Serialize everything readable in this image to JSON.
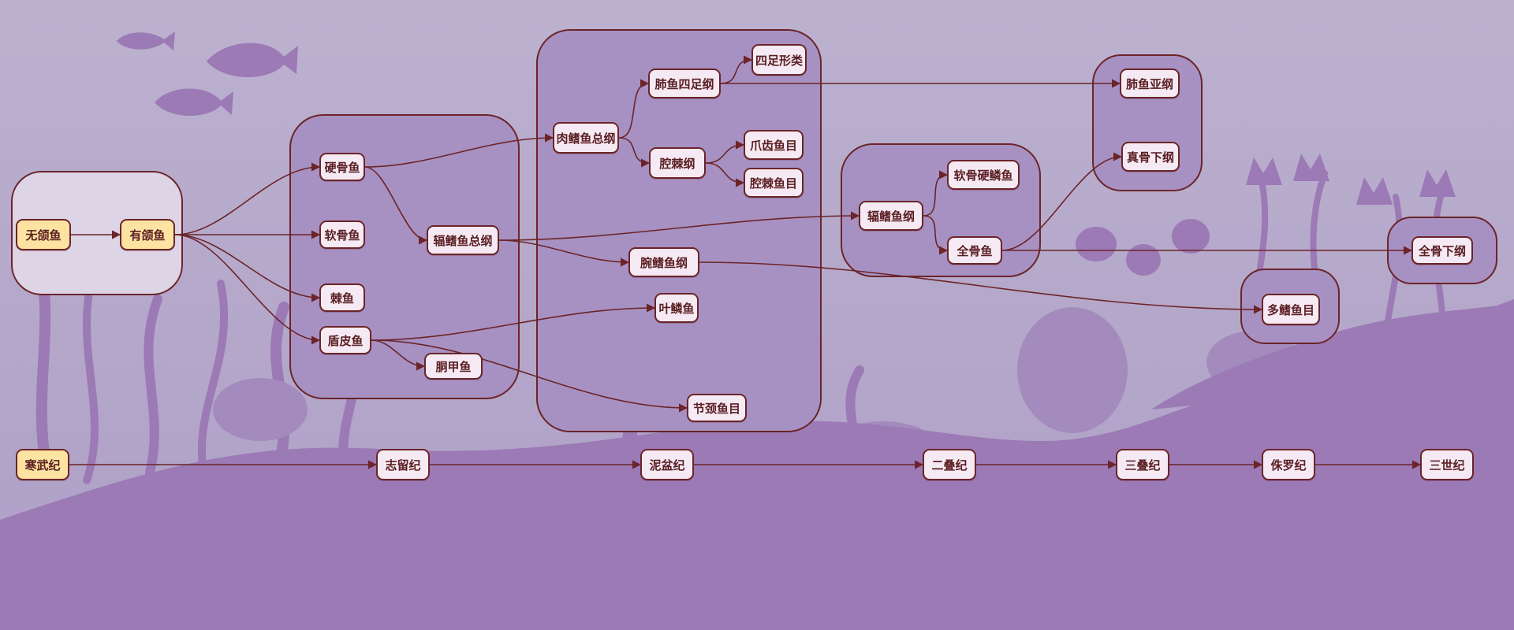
{
  "colors": {
    "background_top": "#b9aecd",
    "silhouette": "#9b7ab5",
    "group_fill": "#a791c3",
    "group_light_fill": "#ddd4e6",
    "node_fill": "#f5eaf3",
    "node_yellow_fill": "#fde3a1",
    "stroke": "#6b2428"
  },
  "nodes": [
    {
      "id": "wuhe",
      "label": "无颌鱼",
      "highlight": true
    },
    {
      "id": "youhe",
      "label": "有颌鱼",
      "highlight": true
    },
    {
      "id": "yinggu",
      "label": "硬骨鱼"
    },
    {
      "id": "ruangu",
      "label": "软骨鱼"
    },
    {
      "id": "jiyu",
      "label": "棘鱼"
    },
    {
      "id": "dunpi",
      "label": "盾皮鱼"
    },
    {
      "id": "tongjia",
      "label": "胴甲鱼"
    },
    {
      "id": "tiaoqi_zong",
      "label": "辐鳍鱼总纲"
    },
    {
      "id": "rouqi",
      "label": "肉鳍鱼总纲"
    },
    {
      "id": "feiyu_sizu",
      "label": "肺鱼四足纲"
    },
    {
      "id": "sizu",
      "label": "四足形类"
    },
    {
      "id": "qiangji_gang",
      "label": "腔棘纲"
    },
    {
      "id": "zhuachi",
      "label": "爪齿鱼目"
    },
    {
      "id": "qiangji_mu",
      "label": "腔棘鱼目"
    },
    {
      "id": "wanqi",
      "label": "腕鳍鱼纲"
    },
    {
      "id": "yelin",
      "label": "叶鳞鱼"
    },
    {
      "id": "jieying",
      "label": "节颈鱼目"
    },
    {
      "id": "tiaoqi_gang",
      "label": "辐鳍鱼纲"
    },
    {
      "id": "ruangu_yinglin",
      "label": "软骨硬鳞鱼"
    },
    {
      "id": "quangu",
      "label": "全骨鱼"
    },
    {
      "id": "feiyu_ya",
      "label": "肺鱼亚纲"
    },
    {
      "id": "zhengu",
      "label": "真骨下纲"
    },
    {
      "id": "quangu_xia",
      "label": "全骨下纲"
    },
    {
      "id": "duoqi",
      "label": "多鳍鱼目"
    }
  ],
  "edges": [
    [
      "wuhe",
      "youhe"
    ],
    [
      "youhe",
      "yinggu"
    ],
    [
      "youhe",
      "ruangu"
    ],
    [
      "youhe",
      "jiyu"
    ],
    [
      "youhe",
      "dunpi"
    ],
    [
      "yinggu",
      "rouqi"
    ],
    [
      "yinggu",
      "tiaoqi_zong"
    ],
    [
      "rouqi",
      "feiyu_sizu"
    ],
    [
      "rouqi",
      "qiangji_gang"
    ],
    [
      "feiyu_sizu",
      "sizu"
    ],
    [
      "feiyu_sizu",
      "feiyu_ya"
    ],
    [
      "qiangji_gang",
      "zhuachi"
    ],
    [
      "qiangji_gang",
      "qiangji_mu"
    ],
    [
      "tiaoqi_zong",
      "tiaoqi_gang"
    ],
    [
      "tiaoqi_zong",
      "wanqi"
    ],
    [
      "tiaoqi_gang",
      "ruangu_yinglin"
    ],
    [
      "tiaoqi_gang",
      "quangu"
    ],
    [
      "quangu",
      "zhengu"
    ],
    [
      "quangu",
      "quangu_xia"
    ],
    [
      "wanqi",
      "duoqi"
    ],
    [
      "dunpi",
      "tongjia"
    ],
    [
      "dunpi",
      "yelin"
    ],
    [
      "dunpi",
      "jieying"
    ]
  ],
  "timeline": [
    {
      "id": "hanwu",
      "label": "寒武纪",
      "highlight": true
    },
    {
      "id": "zhiliu",
      "label": "志留纪"
    },
    {
      "id": "nipen",
      "label": "泥盆纪"
    },
    {
      "id": "erdie",
      "label": "二叠纪"
    },
    {
      "id": "sandie",
      "label": "三叠纪"
    },
    {
      "id": "zhuluo",
      "label": "侏罗纪"
    },
    {
      "id": "sanshi",
      "label": "三世纪"
    }
  ]
}
